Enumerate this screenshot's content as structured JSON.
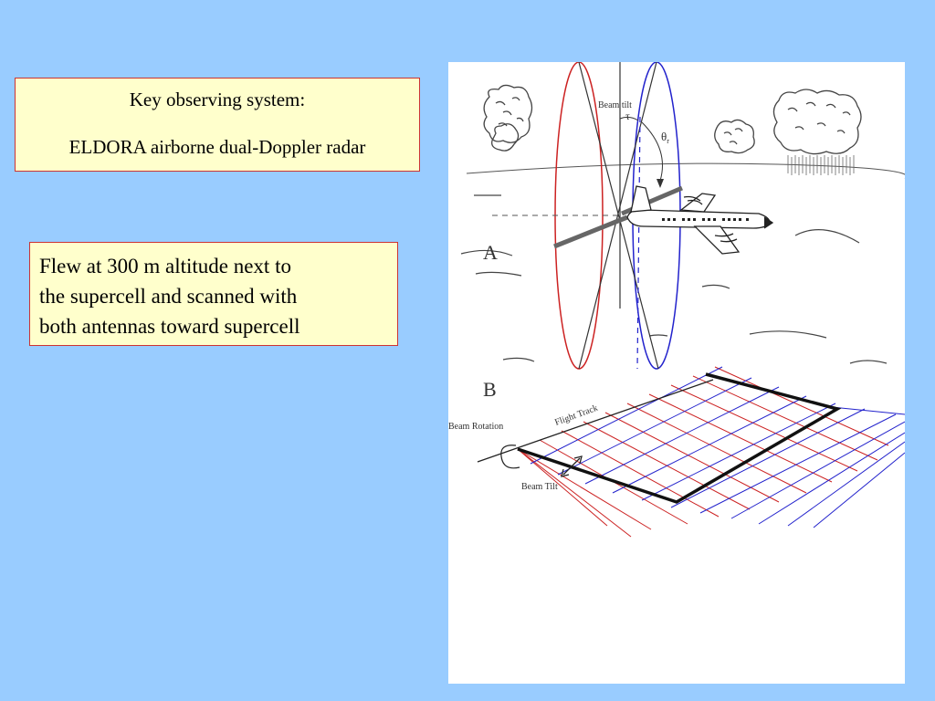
{
  "key_box": {
    "line1": "Key observing system:",
    "line2": "ELDORA airborne dual-Doppler radar"
  },
  "description_box": {
    "lines": [
      "Flew at 300 m altitude next to",
      "the supercell and scanned with",
      "both antennas toward supercell"
    ]
  },
  "diagram": {
    "panel_a_label": "A",
    "panel_b_label": "B",
    "beam_tilt_label": "Beam tilt",
    "tau_symbol": "τ",
    "theta_symbol": "θ",
    "theta_subscript": "r",
    "flight_track_label": "Flight Track",
    "beam_rotation_label": "Beam Rotation",
    "beam_tilt_b_label": "Beam Tilt",
    "colors": {
      "fore_beam": "#cc2222",
      "aft_beam": "#2222cc",
      "background": "#99ccff",
      "box_fill": "#ffffcc",
      "box_border": "#cc3333"
    }
  }
}
